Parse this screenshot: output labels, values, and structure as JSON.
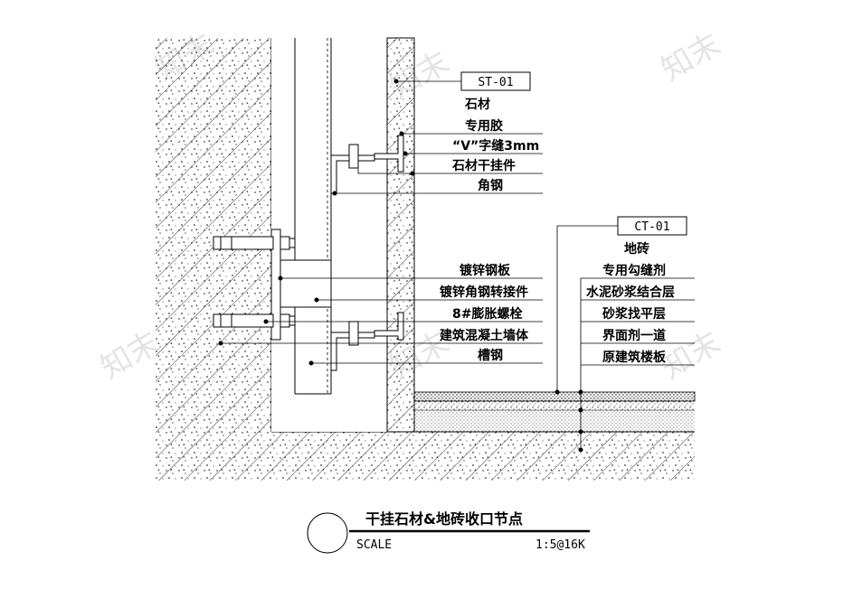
{
  "stone_tag": "ST-01",
  "tile_tag": "CT-01",
  "left_labels": [
    "石材",
    "专用胶",
    "“V”字缝3mm",
    "石材干挂件",
    "角钢",
    "镀锌钢板",
    "镀锌角钢转接件",
    "8#膨胀螺栓",
    "建筑混凝土墙体",
    "槽钢"
  ],
  "right_labels": [
    "地砖",
    "专用勾缝剂",
    "水泥砂浆结合层",
    "砂浆找平层",
    "界面剂一道",
    "原建筑楼板"
  ],
  "title": "干挂石材&地砖收口节点",
  "scale_label": "SCALE",
  "scale_value": "1:5@16K",
  "watermark": "知末"
}
